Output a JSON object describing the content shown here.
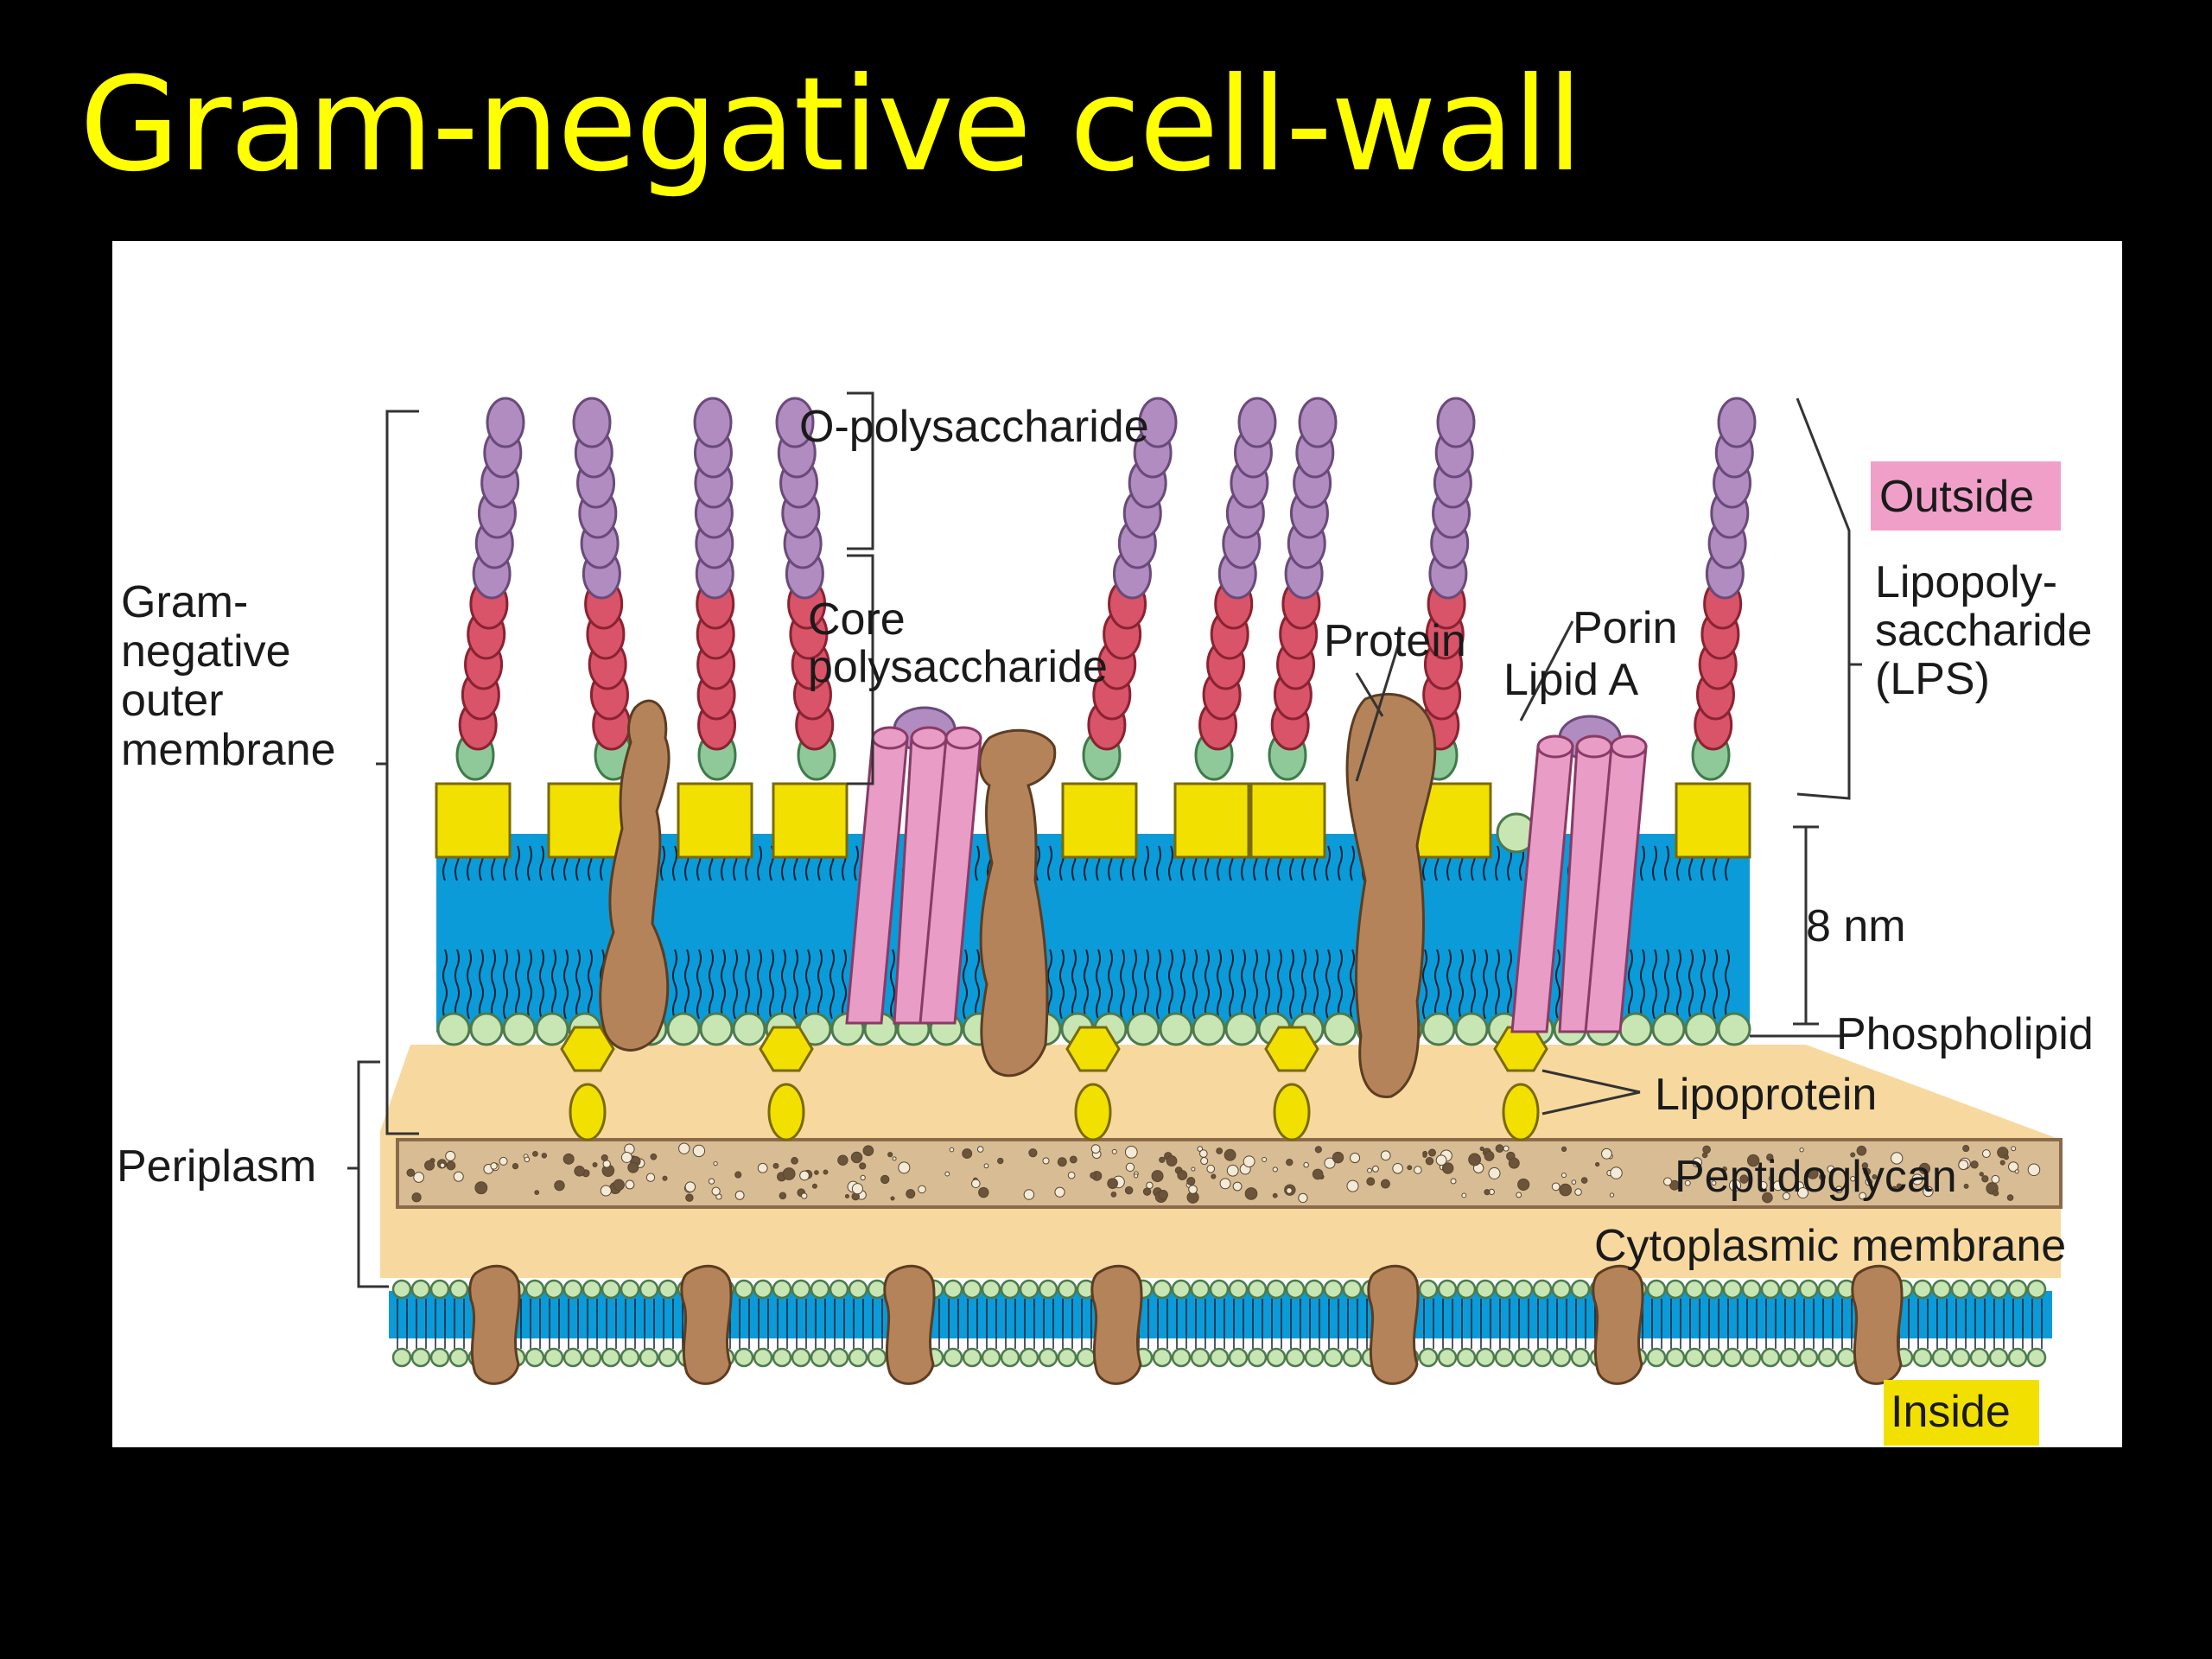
{
  "slide": {
    "title": "Gram-negative cell-wall"
  },
  "figure": {
    "labels": {
      "o_polysaccharide": "O-polysaccharide",
      "core_line1": "Core",
      "core_line2": "polysaccharide",
      "protein": "Protein",
      "porin": "Porin",
      "lipid_a": "Lipid A",
      "outside": "Outside",
      "lps_line1": "Lipopoly-",
      "lps_line2": "saccharide",
      "lps_line3": "(LPS)",
      "outer_line1": "Gram-",
      "outer_line2": "negative",
      "outer_line3": "outer",
      "outer_line4": "membrane",
      "thickness": "8 nm",
      "phospholipid": "Phospholipid",
      "lipoprotein": "Lipoprotein",
      "periplasm": "Periplasm",
      "peptidoglycan": "Peptidoglycan",
      "cytoplasmic_membrane": "Cytoplasmic membrane",
      "inside": "Inside"
    },
    "colors": {
      "o_polysaccharide": "#b08cc0",
      "core_polysaccharide": "#d95468",
      "lps_base": "#8fc99a",
      "lipid_a": "#f2e100",
      "membrane": "#0a9bd8",
      "phospholipid_head": "#c8e6b4",
      "protein": "#b5835a",
      "porin": "#e89cc6",
      "periplasm": "#f7d9a0",
      "peptidoglycan": "#d8bd94",
      "outside_badge": "#f0a0c8",
      "inside_badge": "#f2e100"
    }
  }
}
